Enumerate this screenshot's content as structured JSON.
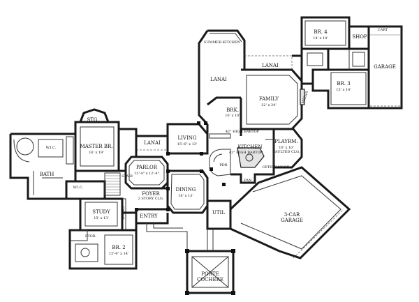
{
  "rooms": {
    "br4": {
      "name": "BR. 4",
      "dim": "14' x 14'"
    },
    "shop": {
      "name": "SHOP"
    },
    "cart": {
      "name": "CART"
    },
    "garage": {
      "name": "GARAGE"
    },
    "summer_kitchen": {
      "name": "SUMMER KITCHEN"
    },
    "lanai_top": {
      "name": "LANAI"
    },
    "lanai_left": {
      "name": "LANAI"
    },
    "lanai_small": {
      "name": "LANAI"
    },
    "br3": {
      "name": "BR. 3",
      "dim": "15' x 14'"
    },
    "family": {
      "name": "FAMILY",
      "dim": "22' x 24'"
    },
    "media": {
      "name": "MEDIA"
    },
    "brk": {
      "name": "BRK.",
      "dim": "10' x 10'"
    },
    "stg": {
      "name": "STG."
    },
    "master_br": {
      "name": "MASTER BR.",
      "dim": "16' x 19'"
    },
    "wic_left": {
      "name": "W.I.C."
    },
    "wic_bottom": {
      "name": "W.I.C."
    },
    "bath": {
      "name": "BATH"
    },
    "living": {
      "name": "LIVING",
      "dim": "15'-6\" x 13'"
    },
    "bartop_top": {
      "name": "42\" HIGH BARTOP"
    },
    "bartop_mid": {
      "name": "42\" HIGH BARTOP"
    },
    "kitchen": {
      "name": "KITCHEN"
    },
    "playrm": {
      "name": "PLAYRM.",
      "dim": "10' x 10'",
      "note": "VAULTED CLG."
    },
    "office_nook": {
      "name": "OFFICE NOOK"
    },
    "pan": {
      "name": "PAN"
    },
    "pdr": {
      "name": "PDR"
    },
    "parlor": {
      "name": "PARLOR",
      "dim": "13'-4\" x 12'-4\""
    },
    "foyer": {
      "name": "FOYER",
      "note": "2 STORY CLG."
    },
    "dining": {
      "name": "DINING",
      "dim": "18' x 13'"
    },
    "study": {
      "name": "STUDY",
      "dim": "15' x 13'"
    },
    "entry": {
      "name": "ENTRY"
    },
    "util": {
      "name": "UTIL"
    },
    "garage3": {
      "name": "3-CAR",
      "dim": "GARAGE"
    },
    "stor": {
      "name": "STOR."
    },
    "br2": {
      "name": "BR. 2",
      "dim": "13'-4\" x 14'"
    },
    "porte": {
      "name": "PORTE",
      "dim": "COCHERE"
    },
    "books": {
      "name": "BOOKS"
    },
    "stair": {
      "name": "STAIR"
    }
  }
}
